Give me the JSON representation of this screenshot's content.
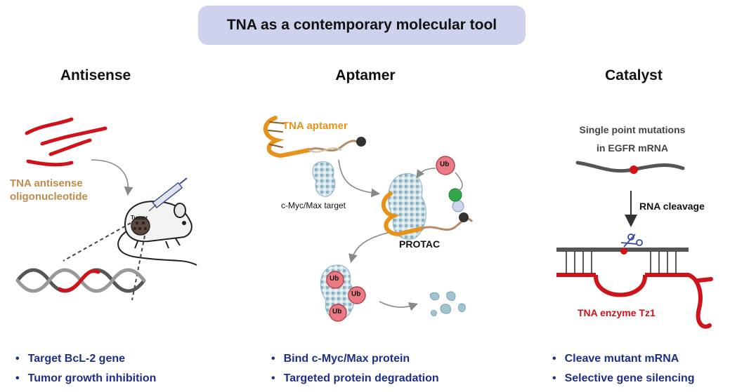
{
  "title": "TNA as a contemporary molecular tool",
  "columns": [
    {
      "heading": "Antisense",
      "labels": {
        "oligo_line1": "TNA antisense",
        "oligo_line2": "oligonucleotide",
        "tumor": "Tumor"
      },
      "bullets": [
        "Target BcL-2 gene",
        "Tumor growth inhibition"
      ]
    },
    {
      "heading": "Aptamer",
      "labels": {
        "aptamer": "TNA aptamer",
        "target": "c-Myc/Max target",
        "protac": "PROTAC",
        "ub": "Ub"
      },
      "bullets": [
        "Bind c-Myc/Max protein",
        "Targeted protein degradation"
      ]
    },
    {
      "heading": "Catalyst",
      "labels": {
        "mut_line1": "Single point mutations",
        "mut_line2": "in EGFR mRNA",
        "cleavage": "RNA cleavage",
        "enzyme": "TNA enzyme Tz1"
      },
      "bullets": [
        "Cleave mutant mRNA",
        "Selective gene silencing"
      ]
    }
  ],
  "colors": {
    "title_bg": "#cfd2ec",
    "bullet_text": "#1e2f8a",
    "tna_red": "#d0121b",
    "aptamer_orange": "#e8921a",
    "antisense_label": "#c08a4a",
    "dna_grey": "#555555"
  },
  "icons": [
    "mouse-icon",
    "syringe-icon",
    "protein-icon",
    "ubiquitin-icon",
    "scissors-icon",
    "dna-helix-icon"
  ]
}
